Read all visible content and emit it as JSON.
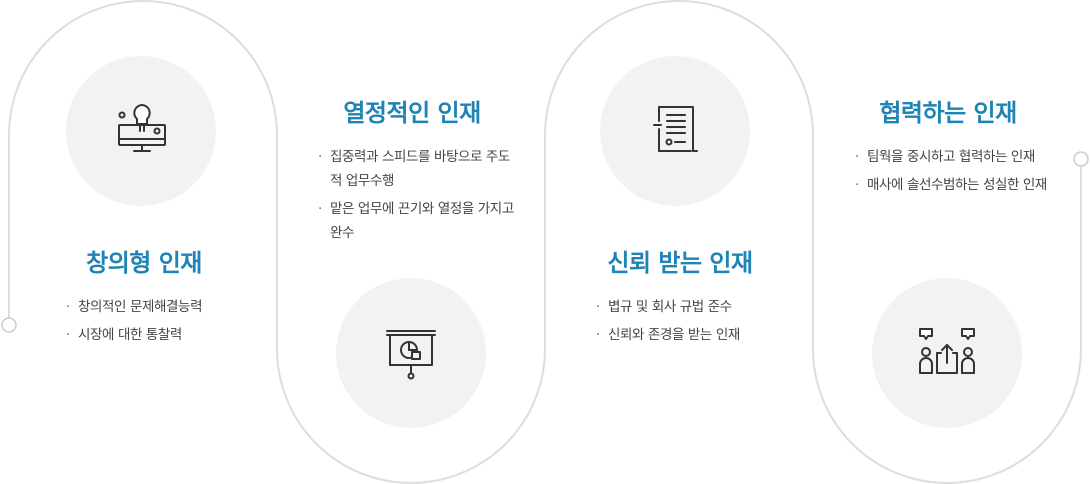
{
  "colors": {
    "accent": "#1f84b5",
    "track": "#dddddd",
    "circle": "#f2f2f2",
    "text": "#444444"
  },
  "cards": [
    {
      "title": "창의형 인재",
      "icon": "lightbulb-monitor-icon",
      "bullets": [
        "창의적인 문제해결능력",
        "시장에 대한 통찰력"
      ]
    },
    {
      "title": "열정적인 인재",
      "icon": "presentation-board-icon",
      "bullets": [
        "집중력과 스피드를 바탕으로 주도적 업무수행",
        "맡은 업무에 끈기와 열정을 가지고 완수"
      ]
    },
    {
      "title": "신뢰 받는 인재",
      "icon": "document-list-icon",
      "bullets": [
        "볍규 및 회사 규법 준수",
        "신뢰와 존경을 받는 인재"
      ]
    },
    {
      "title": "협력하는 인재",
      "icon": "team-share-icon",
      "bullets": [
        "팀웍을 중시하고 협력하는 인재",
        "매사에 솔선수범하는 성실한 인재"
      ]
    }
  ]
}
